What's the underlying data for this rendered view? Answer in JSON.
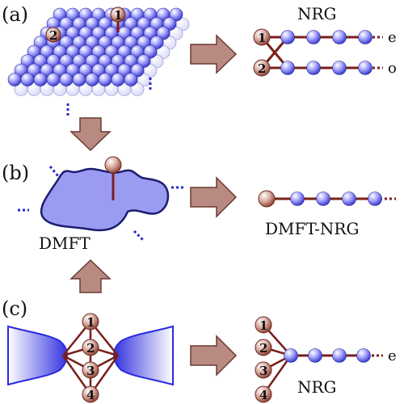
{
  "panels": {
    "a": {
      "label": "(a)",
      "site1": "1",
      "site2": "2",
      "title": "NRG",
      "chain_even": "e",
      "chain_odd": "o"
    },
    "b": {
      "label": "(b)",
      "title": "DMFT",
      "result": "DMFT-NRG"
    },
    "c": {
      "label": "(c)",
      "sites": [
        "1",
        "2",
        "3",
        "4"
      ],
      "title": "NRG",
      "chain": "e"
    }
  },
  "colors": {
    "bath_blue": "#6a6ae8",
    "site_red": "#c9857a",
    "bond_dark": "#7a1f1a",
    "arrow_fill": "#b98a82",
    "dmft_fill": "#9a9cf2",
    "lead_blue": "#2a2adf"
  }
}
